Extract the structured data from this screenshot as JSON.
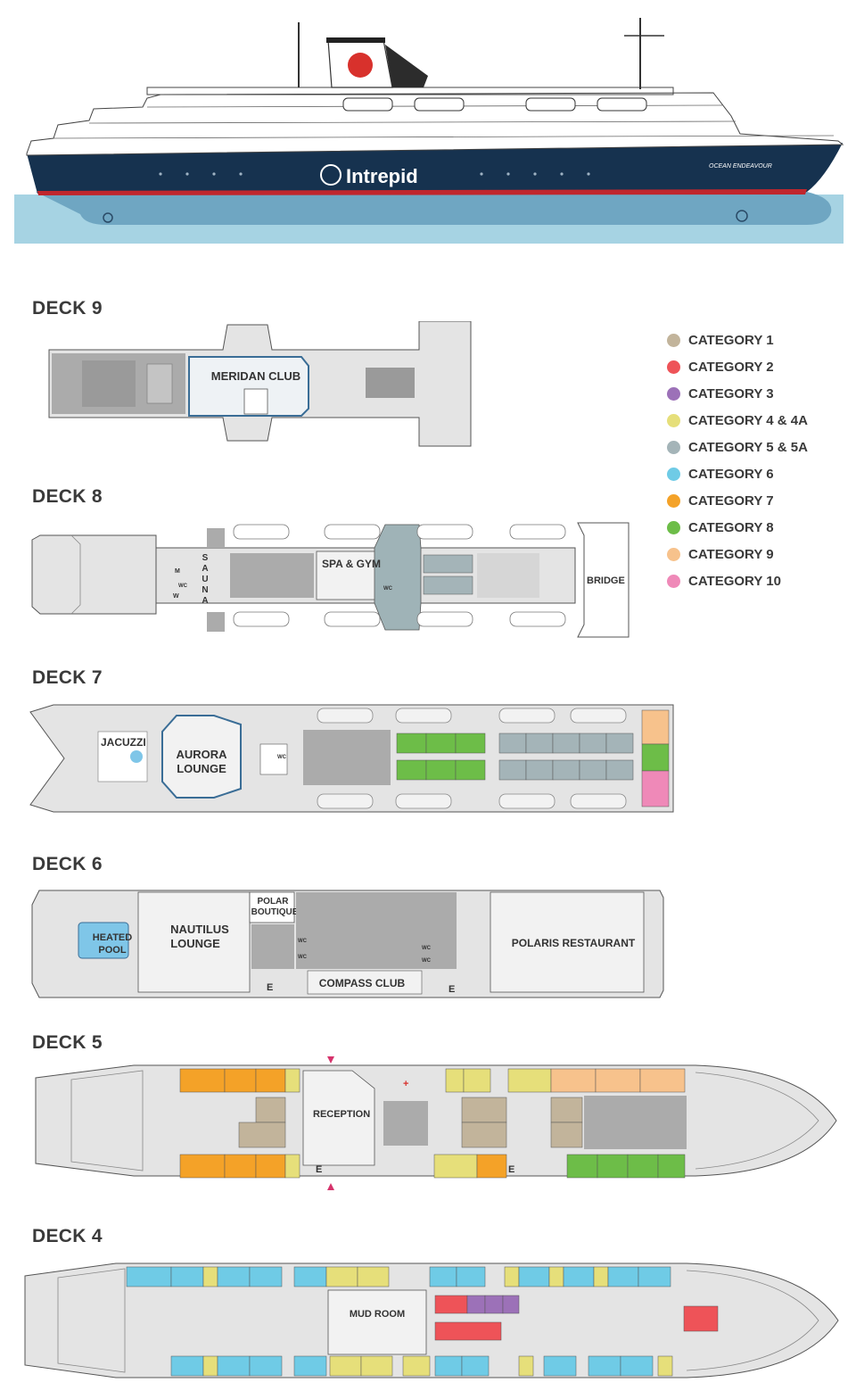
{
  "ship": {
    "brand": "Intrepid",
    "name": "OCEAN ENDEAVOUR"
  },
  "colors": {
    "hull_navy": "#16324f",
    "waterline_red": "#c0262d",
    "sea": "#a6d3e3",
    "hull_under": "#6fa6c2",
    "deck_fill": "#e4e4e4",
    "area_fill": "#ababab",
    "lounge_outline": "#3a6d96",
    "pool": "#7fc6e8"
  },
  "legend": {
    "items": [
      {
        "label": "CATEGORY 1",
        "color": "#c2b49b"
      },
      {
        "label": "CATEGORY 2",
        "color": "#ee5358"
      },
      {
        "label": "CATEGORY 3",
        "color": "#9c71b8"
      },
      {
        "label": "CATEGORY 4 & 4A",
        "color": "#e6df7a"
      },
      {
        "label": "CATEGORY 5 & 5A",
        "color": "#a4b4b8"
      },
      {
        "label": "CATEGORY 6",
        "color": "#6fcbe6"
      },
      {
        "label": "CATEGORY 7",
        "color": "#f4a228"
      },
      {
        "label": "CATEGORY 8",
        "color": "#6dbd48"
      },
      {
        "label": "CATEGORY 9",
        "color": "#f7c28c"
      },
      {
        "label": "CATEGORY 10",
        "color": "#ef89b8"
      }
    ]
  },
  "decks": {
    "deck9": {
      "title": "DECK 9",
      "meridan_club": "MERIDAN CLUB"
    },
    "deck8": {
      "title": "DECK 8",
      "spa_gym": "SPA & GYM",
      "bridge": "BRIDGE",
      "sauna_letters": [
        "S",
        "A",
        "U",
        "N",
        "A"
      ],
      "wc": "WC",
      "m": "M",
      "w": "W"
    },
    "deck7": {
      "title": "DECK 7",
      "jacuzzi": "JACUZZI",
      "aurora_1": "AURORA",
      "aurora_2": "LOUNGE",
      "wc": "WC"
    },
    "deck6": {
      "title": "DECK 6",
      "heated_1": "HEATED",
      "heated_2": "POOL",
      "nautilus_1": "NAUTILUS",
      "nautilus_2": "LOUNGE",
      "boutique_1": "POLAR",
      "boutique_2": "BOUTIQUE",
      "compass": "COMPASS CLUB",
      "restaurant": "POLARIS RESTAURANT",
      "wc": "WC",
      "elevator": "E"
    },
    "deck5": {
      "title": "DECK 5",
      "reception": "RECEPTION",
      "elevator": "E"
    },
    "deck4": {
      "title": "DECK 4",
      "mud_room": "MUD ROOM"
    }
  }
}
